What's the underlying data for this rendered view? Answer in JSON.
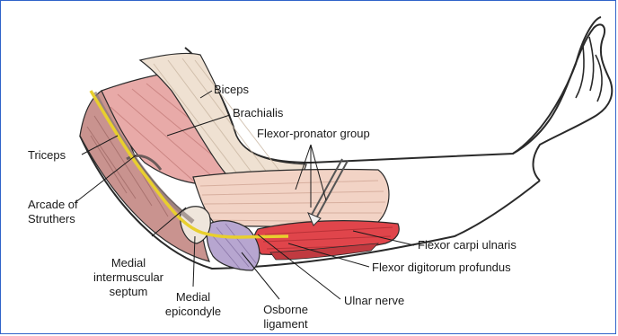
{
  "labels": {
    "biceps": "Biceps",
    "brachialis": "Brachialis",
    "flexor_pronator_group": "Flexor-pronator group",
    "triceps": "Triceps",
    "arcade_of_struthers": "Arcade of\nStruthers",
    "medial_intermuscular_septum": "Medial\nintermuscular\nseptum",
    "medial_epicondyle": "Medial\nepicondyle",
    "osborne_ligament": "Osborne\nligament",
    "ulnar_nerve": "Ulnar nerve",
    "flexor_carpi_ulnaris": "Flexor carpi ulnaris",
    "flexor_digitorum_profundus": "Flexor digitorum profundus"
  },
  "colors": {
    "frame_border": "#2f63c9",
    "outline": "#2a2a2a",
    "brachialis_muscle": "#e8aaa8",
    "biceps_muscle": "#efe1d2",
    "triceps_muscle": "#c9938f",
    "flexor_mass": "#f2d3c5",
    "flexor_carpi_ulnaris": "#e0454b",
    "ulnar_nerve": "#e8cf2e",
    "osborne_ligament": "#b7a6d0"
  }
}
